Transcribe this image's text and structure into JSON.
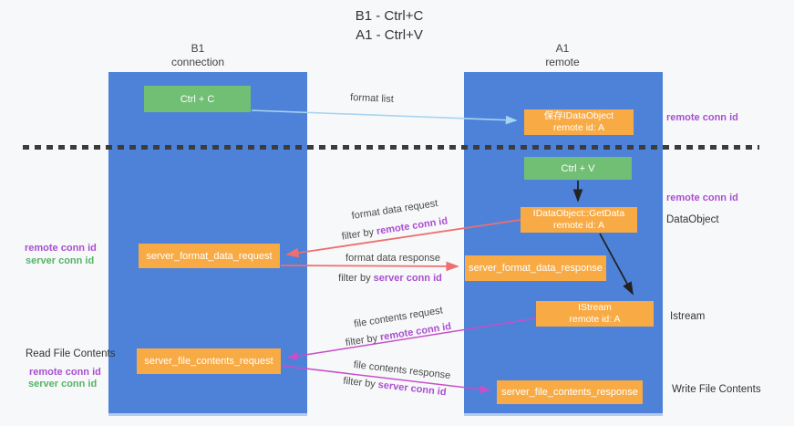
{
  "title": {
    "line1": "B1 - Ctrl+C",
    "line2": "A1 - Ctrl+V"
  },
  "columns": {
    "left": {
      "name": "B1",
      "role": "connection"
    },
    "right": {
      "name": "A1",
      "role": "remote"
    }
  },
  "nodes": {
    "ctrl_c": "Ctrl + C",
    "ctrl_v": "Ctrl + V",
    "save_idataobject": {
      "line1": "保存IDataObject",
      "line2": "remote id: A"
    },
    "getdata": {
      "line1": "IDataObject::GetData",
      "line2": "remote id: A"
    },
    "istream": {
      "line1": "IStream",
      "line2": "remote id: A"
    },
    "format_request": "server_format_data_request",
    "format_response": "server_format_data_response",
    "file_request": "server_file_contents_request",
    "file_response": "server_file_contents_response"
  },
  "annotations": {
    "right_top_conn": "remote conn id",
    "right_mid_conn": "remote conn id",
    "dataobject": "DataObject",
    "istream": "Istream",
    "write_file": "Write File Contents",
    "left_mid_remote": "remote conn id",
    "left_mid_server": "server conn id",
    "read_file": "Read File Contents",
    "left_bottom_remote": "remote conn id",
    "left_bottom_server": "server conn id"
  },
  "arrow_labels": {
    "format_list": "format list",
    "format_data_request": "format data request",
    "format_data_response": "format data response",
    "file_contents_request": "file contents request",
    "file_contents_response": "file contents response",
    "filter_prefix": "filter by ",
    "remote_conn_id": "remote conn id",
    "server_conn_id": "server conn id"
  },
  "colors": {
    "column_blue": "#4d82d8",
    "box_green": "#71bf75",
    "box_orange": "#f8ab45",
    "label_purple": "#a94fd1",
    "label_green": "#55b366",
    "arrow_lightblue": "#a7d4f2",
    "arrow_salmon": "#ed6f6f",
    "arrow_magenta": "#c84fc8",
    "arrow_black": "#222222",
    "dashed_line": "#3c3c3c"
  }
}
